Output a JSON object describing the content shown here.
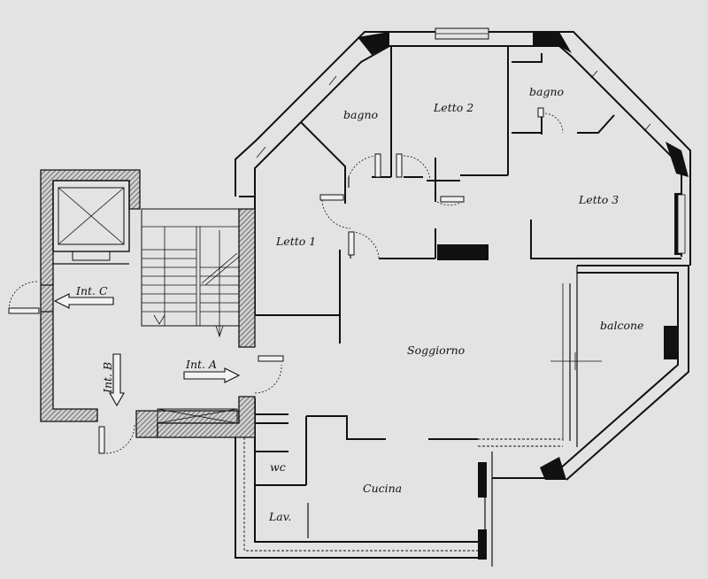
{
  "rooms": {
    "bagno_1": "bagno",
    "letto_2": "Letto 2",
    "bagno_2": "bagno",
    "letto_3": "Letto 3",
    "letto_1": "Letto 1",
    "soggiorno": "Soggiorno",
    "balcone": "balcone",
    "wc": "wc",
    "cucina": "Cucina",
    "lav": "Lav."
  },
  "entrances": {
    "int_a": "Int. A",
    "int_b": "Int. B",
    "int_c": "Int. C"
  }
}
